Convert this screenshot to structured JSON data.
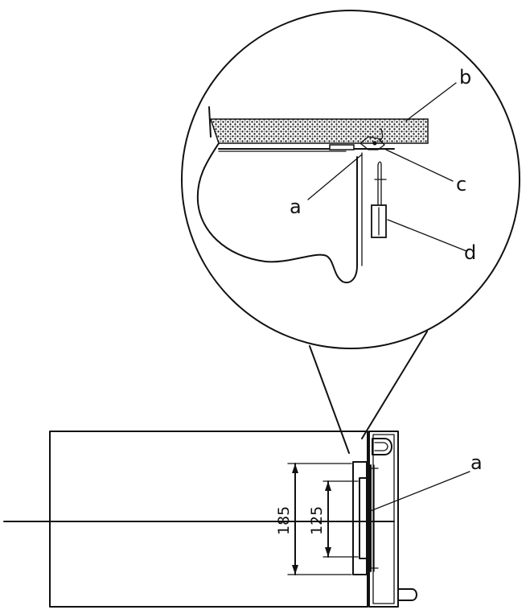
{
  "diagram": {
    "labels": {
      "detail_a": "a",
      "detail_b": "b",
      "detail_c": "c",
      "detail_d": "d",
      "main_a": "a"
    },
    "dimensions": {
      "outer": "185",
      "inner": "125"
    },
    "colors": {
      "ink": "#111111",
      "background": "#ffffff"
    }
  }
}
